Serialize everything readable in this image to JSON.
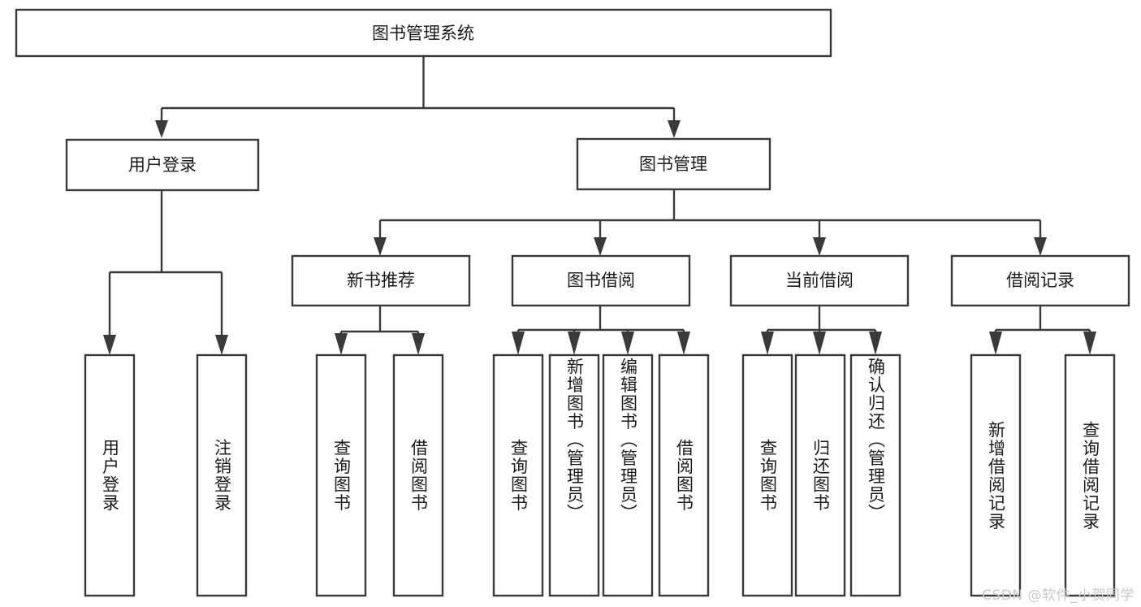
{
  "diagram": {
    "title": "图书管理系统",
    "type": "tree-hierarchy",
    "colors": {
      "stroke": "#3a3a3a",
      "fill": "#ffffff",
      "text": "#1b1b1b",
      "watermark": "#c9c9c9",
      "background": "#ffffff"
    },
    "root": {
      "label": "图书管理系统"
    },
    "level2": [
      {
        "label": "用户登录"
      },
      {
        "label": "图书管理"
      }
    ],
    "level3": [
      {
        "label": "新书推荐"
      },
      {
        "label": "图书借阅"
      },
      {
        "label": "当前借阅"
      },
      {
        "label": "借阅记录"
      }
    ],
    "leaves": {
      "user_login": [
        {
          "label": "用户登录"
        },
        {
          "label": "注销登录"
        }
      ],
      "new_book_recommend": [
        {
          "label": "查询图书"
        },
        {
          "label": "借阅图书"
        }
      ],
      "book_borrow": [
        {
          "label": "查询图书"
        },
        {
          "label": "新增图书（管理员）"
        },
        {
          "label": "编辑图书（管理员）"
        },
        {
          "label": "借阅图书"
        }
      ],
      "current_borrow": [
        {
          "label": "查询图书"
        },
        {
          "label": "归还图书"
        },
        {
          "label": "确认归还（管理员）"
        }
      ],
      "borrow_record": [
        {
          "label": "新增借阅记录"
        },
        {
          "label": "查询借阅记录"
        }
      ]
    }
  },
  "watermark": {
    "text": "CSDN @软件_小贺同学"
  }
}
